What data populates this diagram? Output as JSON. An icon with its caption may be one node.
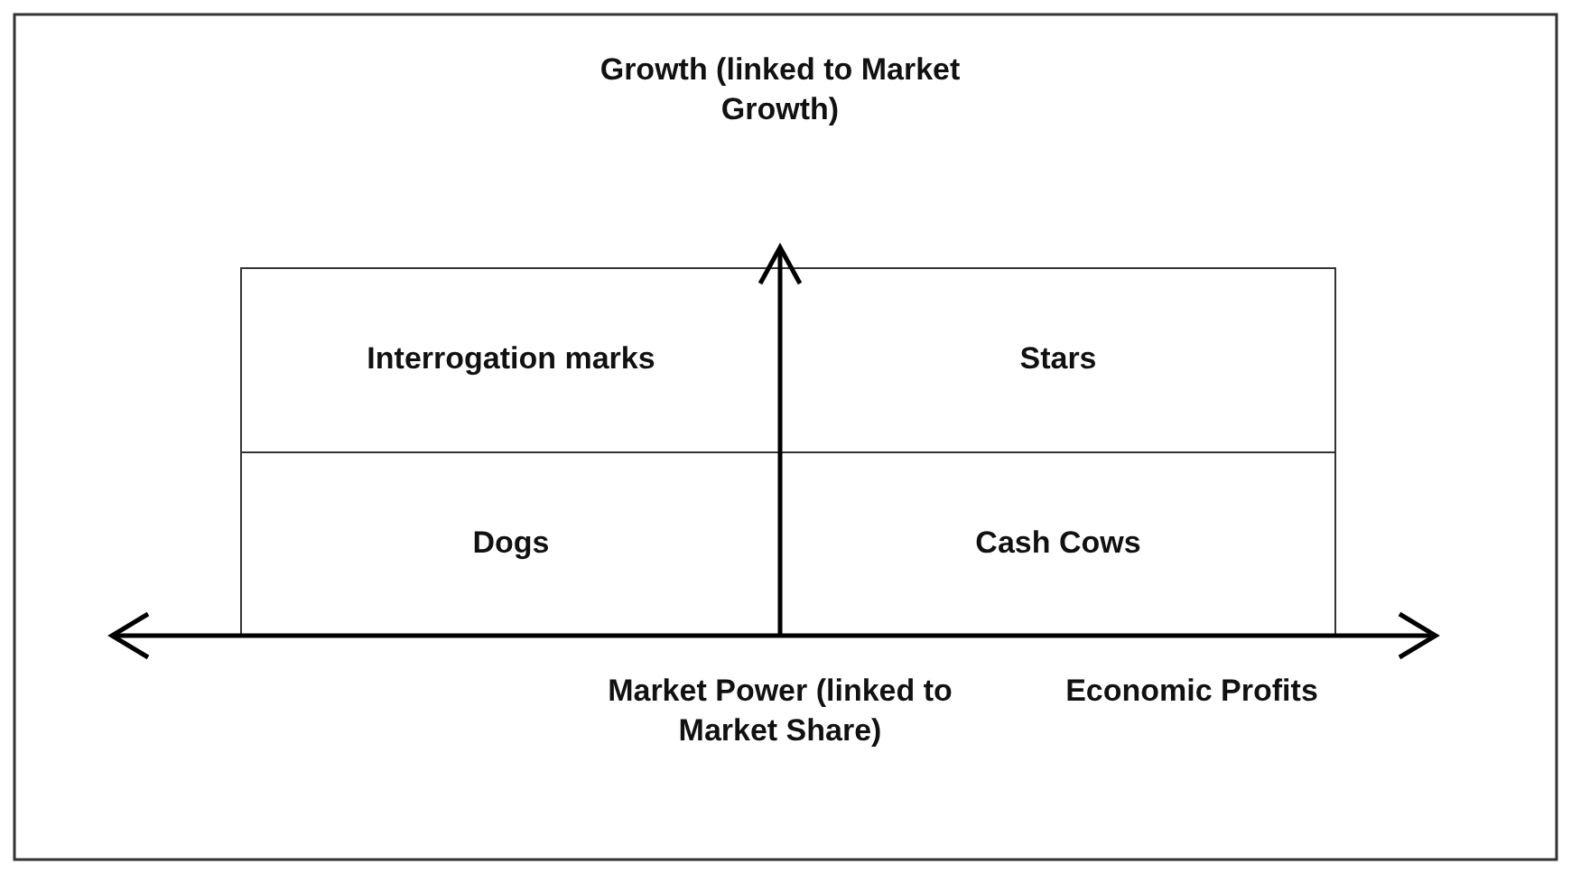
{
  "diagram": {
    "nodes": [
      {
        "text": [
          "Interrogation marks"
        ]
      },
      {
        "text": [
          "Stars"
        ]
      },
      {
        "text": [
          "Dogs"
        ]
      },
      {
        "text": [
          "Cash Cows"
        ]
      }
    ],
    "labels": [
      "Growth (linked to Market Growth)",
      "Market Power (linked to Market Share)",
      "Economic Profits"
    ]
  }
}
